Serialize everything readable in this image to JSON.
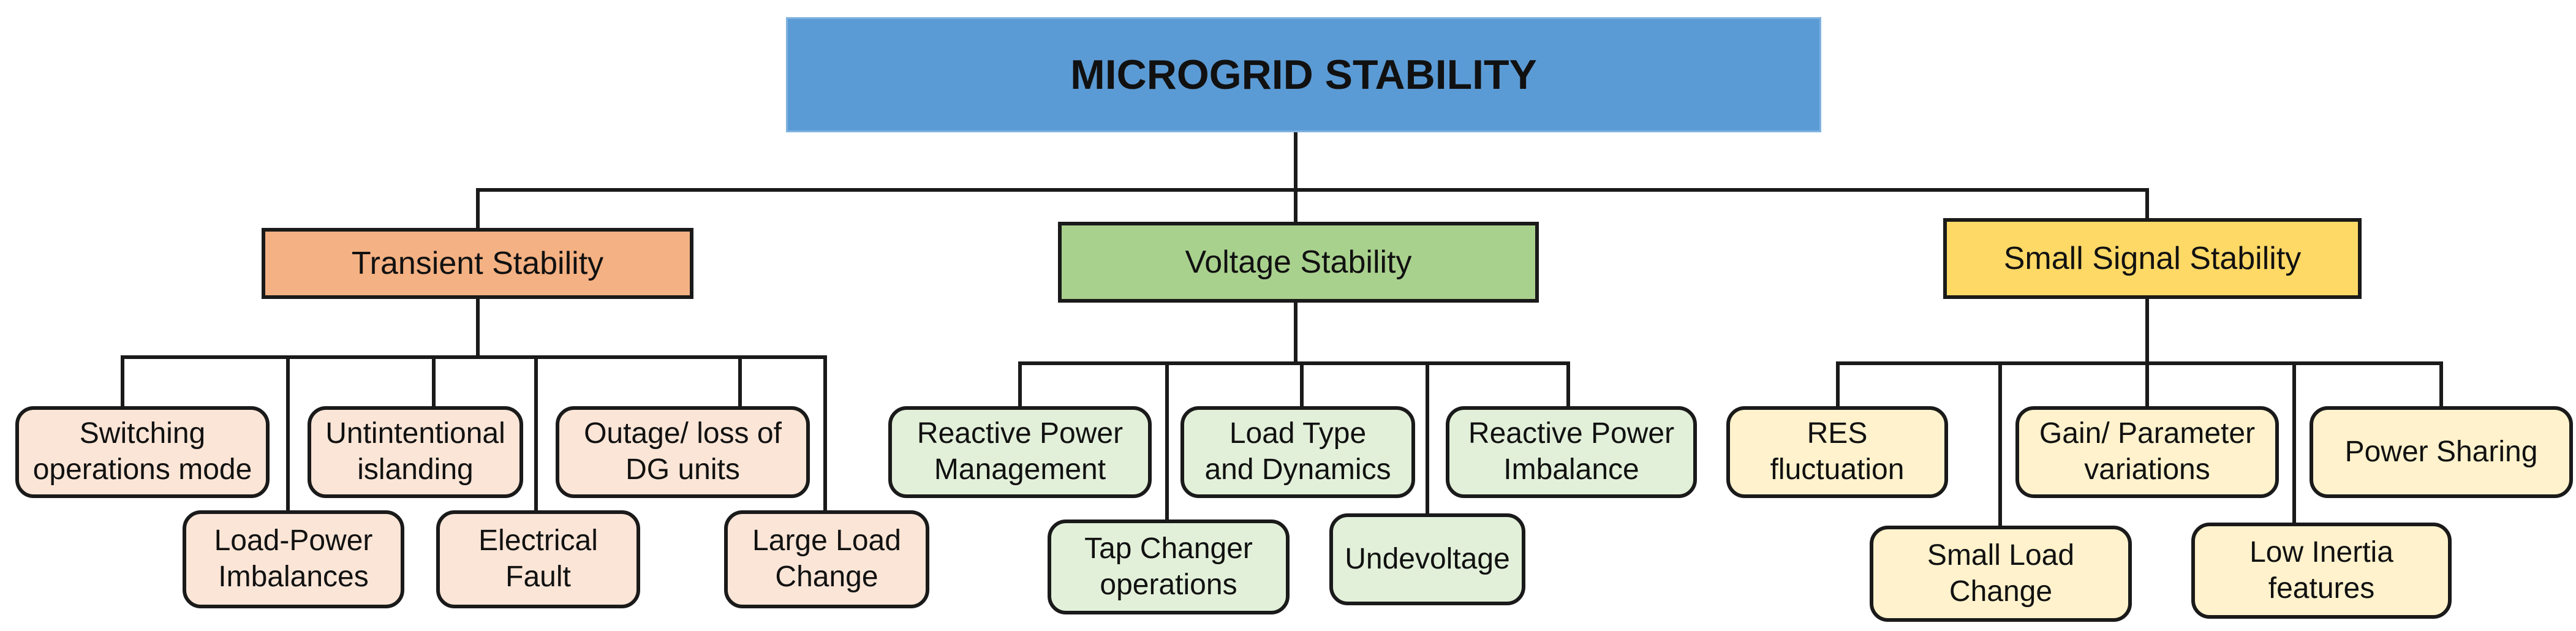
{
  "title": "MICROGRID STABILITY",
  "colors": {
    "title_fill": "#5b9bd5",
    "transient_fill": "#f4b183",
    "transient_leaf_fill": "#fbe5d6",
    "voltage_fill": "#a9d18e",
    "voltage_leaf_fill": "#e2f0d9",
    "small_signal_fill": "#ffd966",
    "small_signal_leaf_fill": "#fff2cc",
    "line": "#1a1a1a"
  },
  "categories": [
    {
      "label": "Transient Stability",
      "items": [
        "Switching\noperations mode",
        "Load-Power\nImbalances",
        "Untintentional\nislanding",
        "Electrical\nFault",
        "Outage/ loss of\nDG units",
        "Large Load\nChange"
      ]
    },
    {
      "label": "Voltage Stability",
      "items": [
        "Reactive Power\nManagement",
        "Tap Changer\noperations",
        "Load Type\nand Dynamics",
        "Undevoltage",
        "Reactive Power\nImbalance"
      ]
    },
    {
      "label": "Small Signal Stability",
      "items": [
        "RES fluctuation",
        "Small Load\nChange",
        "Gain/ Parameter\nvariations",
        "Low Inertia\nfeatures",
        "Power Sharing"
      ]
    }
  ]
}
